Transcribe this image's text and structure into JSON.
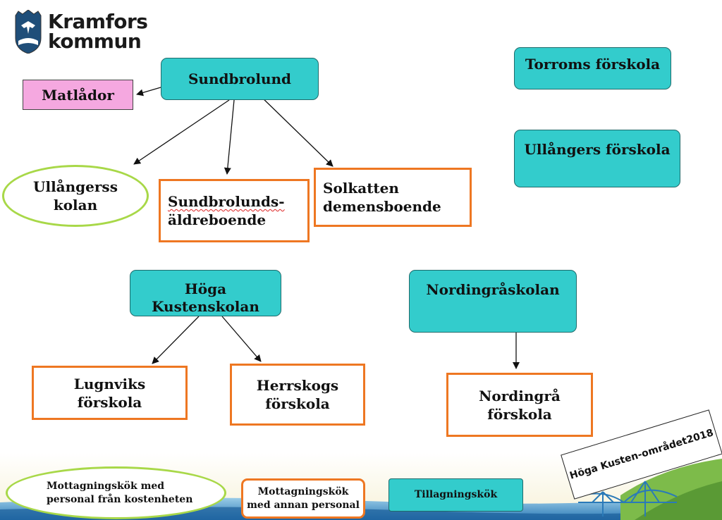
{
  "logo": {
    "line1": "Kramfors",
    "line2": "kommun"
  },
  "nodes": {
    "sundbrolund": "Sundbrolund",
    "matladar": "Matlådor",
    "torroms": "Torroms förskola",
    "ullangers_forskola": "Ullångers förskola",
    "ullangersskolan_l1": "Ullångerss",
    "ullangersskolan_l2": "kolan",
    "aldreboende_l1": "Sundbrolunds-",
    "aldreboende_l2": "äldreboende",
    "solkatten_l1": "Solkatten",
    "solkatten_l2": "demensboende",
    "hoga_l1": "Höga",
    "hoga_l2": "Kustenskolan",
    "nordingraskolan": "Nordingråskolan",
    "lugnviks_l1": "Lugnviks",
    "lugnviks_l2": "förskola",
    "herrskogs_l1": "Herrskogs",
    "herrskogs_l2": "förskola",
    "nordingra_forskola_l1": "Nordingrå",
    "nordingra_forskola_l2": "förskola"
  },
  "legend": {
    "ellipse_l1": "Mottagningskök med",
    "ellipse_l2": "personal från kostenheten",
    "orange_l1": "Mottagningskök",
    "orange_l2": "med annan personal",
    "teal": "Tillagningskök"
  },
  "stamp": {
    "line1": "Höga Kusten-området",
    "line2": "2018"
  },
  "colors": {
    "teal": "#33cccc",
    "orange": "#ee7722",
    "pink": "#f5a8e0",
    "green": "#a8d848"
  }
}
